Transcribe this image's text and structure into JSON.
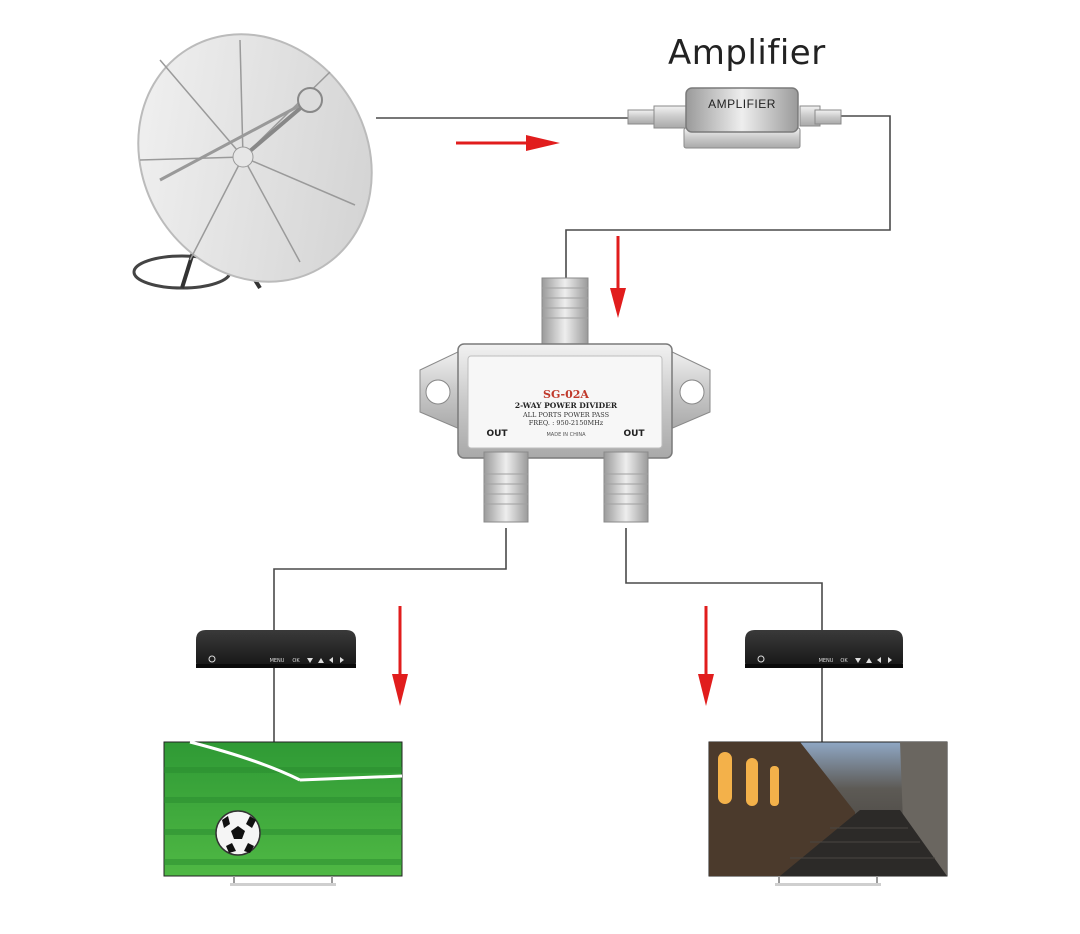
{
  "diagram": {
    "amplifier_title": "Amplifier",
    "amplifier_device_label": "AMPLIFIER",
    "splitter": {
      "model": "SG-02A",
      "line1": "2-WAY POWER DIVIDER",
      "line2": "ALL PORTS  POWER PASS",
      "line3": "FREQ. : 950-2150MHz",
      "made_in": "MADE IN CHINA",
      "out_left": "OUT",
      "out_right": "OUT"
    },
    "receivers": [
      {
        "menu": "MENU",
        "ok": "OK"
      },
      {
        "menu": "MENU",
        "ok": "OK"
      }
    ]
  },
  "colors": {
    "wire": "#4a4a4a",
    "arrow": "#e11d1d",
    "accent_model": "#c0392b"
  },
  "icons": [
    "satellite-dish-icon",
    "amplifier-icon",
    "splitter-icon",
    "set-top-box-icon",
    "tv-icon",
    "soccer-ball-icon",
    "power-icon"
  ]
}
